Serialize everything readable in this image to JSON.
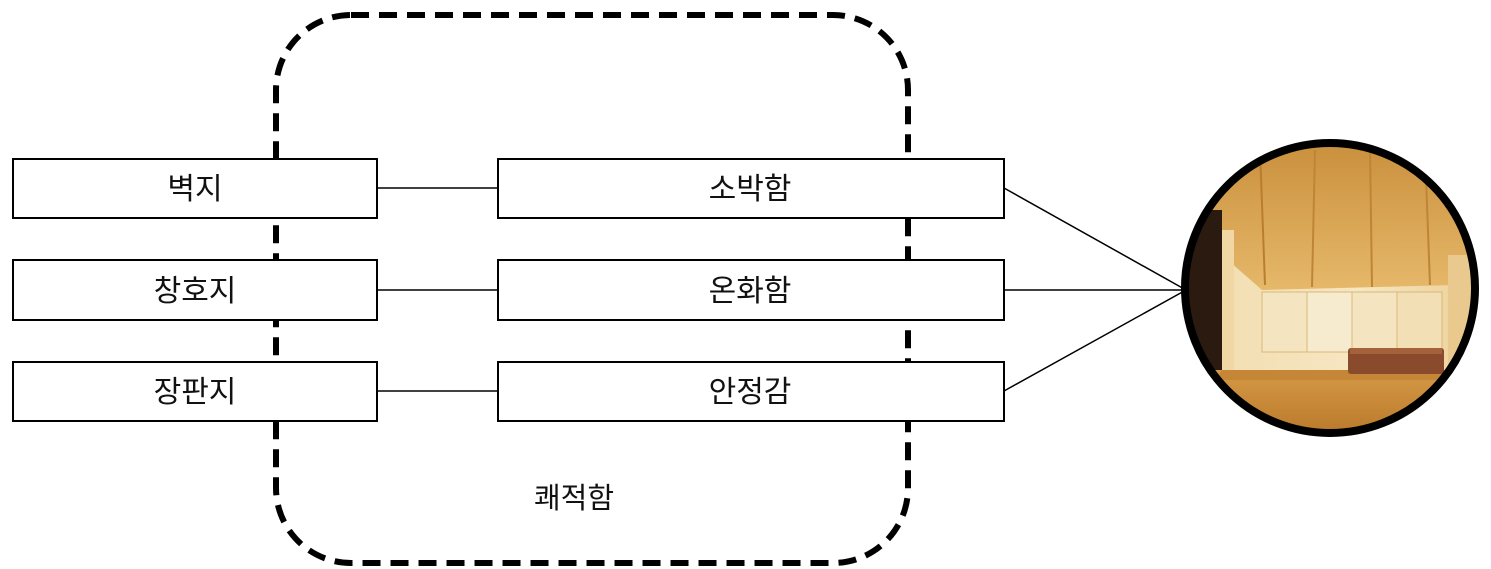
{
  "materials": [
    {
      "label": "벽지"
    },
    {
      "label": "창호지"
    },
    {
      "label": "장판지"
    }
  ],
  "qualities": [
    {
      "label": "소박함"
    },
    {
      "label": "온화함"
    },
    {
      "label": "안정감"
    }
  ],
  "group": {
    "label": "쾌적함"
  },
  "room_photo": {
    "description": "",
    "colors": {
      "wall": "#e8c890",
      "floor": "#c98a35",
      "ceiling": "#d9a85a",
      "frame": "#000000"
    }
  }
}
